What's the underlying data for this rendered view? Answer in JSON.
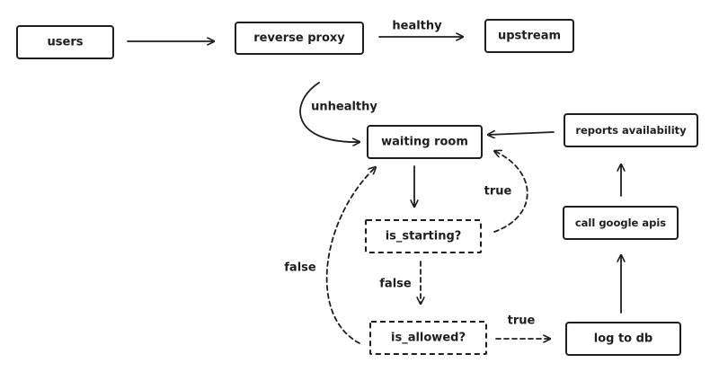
{
  "nodes": {
    "users": "users",
    "reverse_proxy": "reverse proxy",
    "upstream": "upstream",
    "waiting_room": "waiting room",
    "reports_availability": "reports availability",
    "is_starting": "is_starting?",
    "call_google_apis": "call google apis",
    "is_allowed": "is_allowed?",
    "log_to_db": "log to db"
  },
  "edges": {
    "healthy": "healthy",
    "unhealthy": "unhealthy",
    "true_starting": "true",
    "false_starting": "false",
    "false_allowed": "false",
    "true_allowed": "true"
  },
  "colors": {
    "stroke": "#1e1e1e",
    "background": "#ffffff"
  }
}
